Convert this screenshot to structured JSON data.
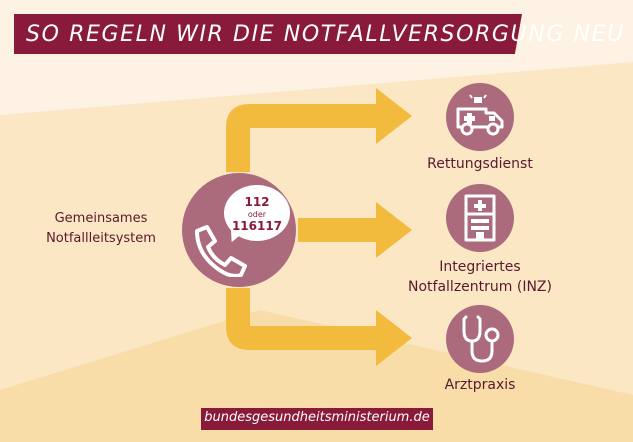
{
  "title": "SO REGELN WIR DIE NOTFALLVERSORGUNG NEU",
  "center": {
    "label_line1": "Gemeinsames",
    "label_line2": "Notfallleitsystem",
    "number_primary": "112",
    "number_separator": "oder",
    "number_secondary": "116117",
    "icon": "phone-icon"
  },
  "nodes": [
    {
      "label": "Rettungsdienst",
      "icon": "ambulance-icon"
    },
    {
      "label_line1": "Integriertes",
      "label_line2": "Notfallzentrum (INZ)",
      "icon": "hospital-icon"
    },
    {
      "label": "Arztpraxis",
      "icon": "stethoscope-icon"
    }
  ],
  "footer": "bundesgesundheitsministerium.de",
  "colors": {
    "banner": "#8a1a3a",
    "circle": "#ab6b7c",
    "arrow": "#f2bb3e",
    "text": "#5a1730",
    "background_light": "#fdf2e3",
    "background_band": "#f9e1b5"
  }
}
